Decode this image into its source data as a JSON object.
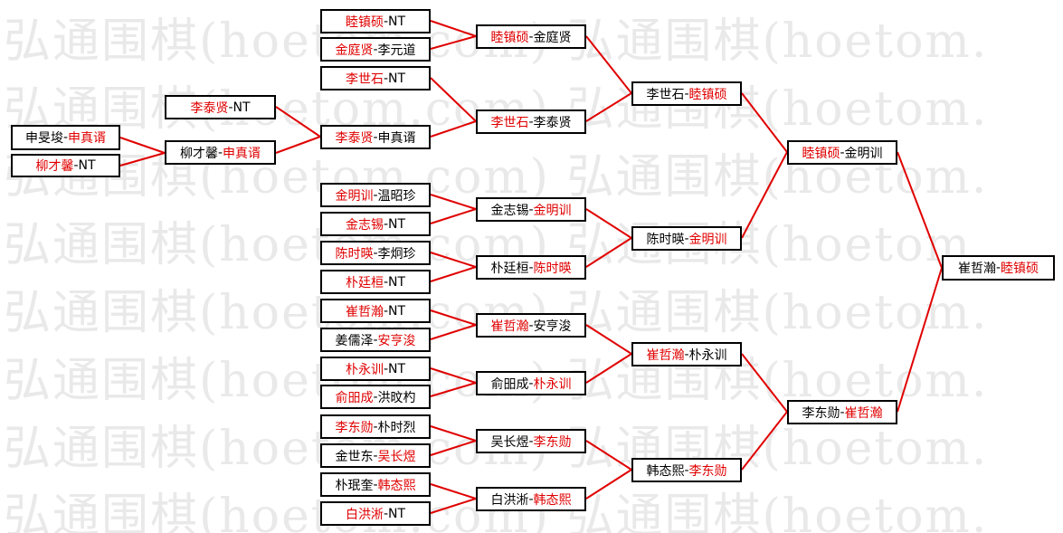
{
  "watermark": {
    "text": "弘通围棋(hoetom.com)",
    "rows": [
      "弘通围棋(hoetom.com) 弘通围棋(hoetom.",
      "弘通围棋(hoetom.com) 弘通围棋(hoetom.",
      "弘通围棋(hoetom.com) 弘通围棋(hoetom.",
      "弘通围棋(hoetom.com) 弘通围棋(hoetom.",
      "弘通围棋(hoetom.com) 弘通围棋(hoetom.",
      "弘通围棋(hoetom.com) 弘通围棋(hoetom.",
      "弘通围棋(hoetom.com) 弘通围棋(hoetom.",
      "弘通围棋(hoetom.com) 弘通围棋(hoetom."
    ]
  },
  "colors": {
    "winner": "#e00000",
    "name": "#000000",
    "line": "#e00000",
    "border": "#000000"
  },
  "matches": {
    "m0a": {
      "p1": "申旻埈",
      "p2": "申真谞",
      "winner": 2
    },
    "m0b": {
      "p1": "柳才馨",
      "p2": "NT",
      "winner": 1
    },
    "m1a": {
      "p1": "李泰贤",
      "p2": "NT",
      "winner": 1
    },
    "m1b": {
      "p1": "柳才馨",
      "p2": "申真谞",
      "winner": 2
    },
    "m2": {
      "p1": "李泰贤",
      "p2": "申真谞",
      "winner": 1
    },
    "r1_1": {
      "p1": "睦镇硕",
      "p2": "NT",
      "winner": 1
    },
    "r1_2": {
      "p1": "金庭贤",
      "p2": "李元道",
      "winner": 1
    },
    "r1_3": {
      "p1": "李世石",
      "p2": "NT",
      "winner": 1
    },
    "r1_5": {
      "p1": "金明训",
      "p2": "温昭珍",
      "winner": 1
    },
    "r1_6": {
      "p1": "金志锡",
      "p2": "NT",
      "winner": 1
    },
    "r1_7": {
      "p1": "陈时暎",
      "p2": "李炯珍",
      "winner": 1
    },
    "r1_8": {
      "p1": "朴廷桓",
      "p2": "NT",
      "winner": 1
    },
    "r1_9": {
      "p1": "崔哲瀚",
      "p2": "NT",
      "winner": 1
    },
    "r1_10": {
      "p1": "姜儒泽",
      "p2": "安亨浚",
      "winner": 2
    },
    "r1_11": {
      "p1": "朴永训",
      "p2": "NT",
      "winner": 1
    },
    "r1_12": {
      "p1": "俞昍成",
      "p2": "洪旼杓",
      "winner": 1
    },
    "r1_13": {
      "p1": "李东勋",
      "p2": "朴时烈",
      "winner": 1
    },
    "r1_14": {
      "p1": "金世东",
      "p2": "吴长煜",
      "winner": 2
    },
    "r1_15": {
      "p1": "朴珉奎",
      "p2": "韩态熙",
      "winner": 2
    },
    "r1_16": {
      "p1": "白洪淅",
      "p2": "NT",
      "winner": 1
    },
    "r2_1": {
      "p1": "睦镇硕",
      "p2": "金庭贤",
      "winner": 1
    },
    "r2_2": {
      "p1": "李世石",
      "p2": "李泰贤",
      "winner": 1
    },
    "r2_3": {
      "p1": "金志锡",
      "p2": "金明训",
      "winner": 2
    },
    "r2_4": {
      "p1": "朴廷桓",
      "p2": "陈时暎",
      "winner": 2
    },
    "r2_5": {
      "p1": "崔哲瀚",
      "p2": "安亨浚",
      "winner": 1
    },
    "r2_6": {
      "p1": "俞昍成",
      "p2": "朴永训",
      "winner": 2
    },
    "r2_7": {
      "p1": "吴长煜",
      "p2": "李东勋",
      "winner": 2
    },
    "r2_8": {
      "p1": "白洪淅",
      "p2": "韩态熙",
      "winner": 2
    },
    "r3_1": {
      "p1": "李世石",
      "p2": "睦镇硕",
      "winner": 2
    },
    "r3_2": {
      "p1": "陈时暎",
      "p2": "金明训",
      "winner": 2
    },
    "r3_3": {
      "p1": "崔哲瀚",
      "p2": "朴永训",
      "winner": 1
    },
    "r3_4": {
      "p1": "韩态熙",
      "p2": "李东勋",
      "winner": 2
    },
    "r4_1": {
      "p1": "睦镇硕",
      "p2": "金明训",
      "winner": 1
    },
    "r4_2": {
      "p1": "李东勋",
      "p2": "崔哲瀚",
      "winner": 2
    },
    "final": {
      "p1": "崔哲瀚",
      "p2": "睦镇硕",
      "winner": 2
    }
  }
}
